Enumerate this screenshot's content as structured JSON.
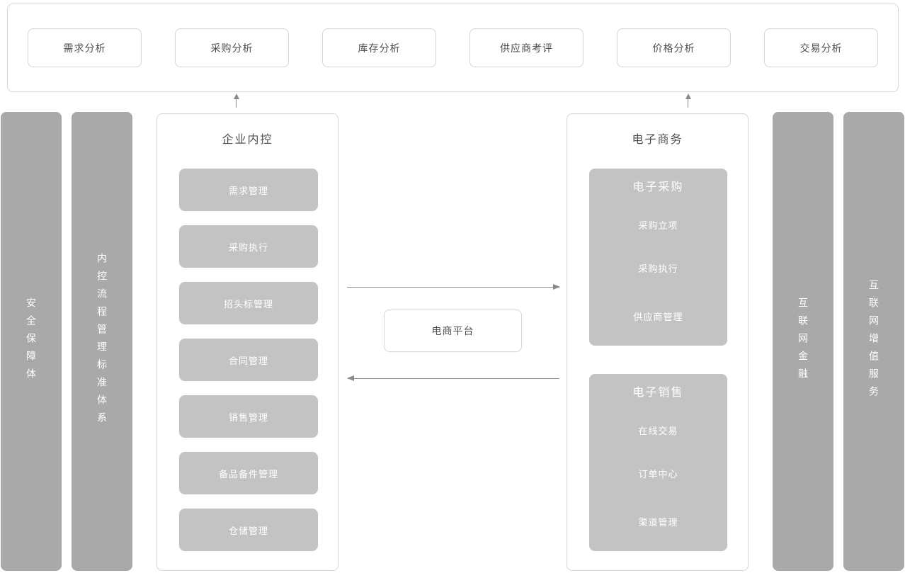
{
  "top_panel": {
    "items": [
      "需求分析",
      "采购分析",
      "库存分析",
      "供应商考评",
      "价格分析",
      "交易分析"
    ]
  },
  "left_bars": [
    {
      "label": "安全保障体"
    },
    {
      "label": "内控流程管理标准体系"
    }
  ],
  "right_bars": [
    {
      "label": "互联网金融"
    },
    {
      "label": "互联网增值服务"
    }
  ],
  "internal_control": {
    "title": "企业内控",
    "items": [
      "需求管理",
      "采购执行",
      "招头标管理",
      "合同管理",
      "销售管理",
      "备品备件管理",
      "仓储管理"
    ]
  },
  "platform": {
    "label": "电商平台"
  },
  "ecommerce": {
    "title": "电子商务",
    "groups": [
      {
        "title": "电子采购",
        "items": [
          "采购立项",
          "采购执行",
          "供应商管理"
        ]
      },
      {
        "title": "电子销售",
        "items": [
          "在线交易",
          "订单中心",
          "渠道管理"
        ]
      }
    ]
  },
  "colors": {
    "bar_gray": "#a9a9a9",
    "block_gray": "#c3c3c3",
    "border_gray": "#d6d6d6",
    "text_dark": "#4d4d4d",
    "text_light": "#ffffff",
    "arrow_gray": "#8a8a8a"
  }
}
